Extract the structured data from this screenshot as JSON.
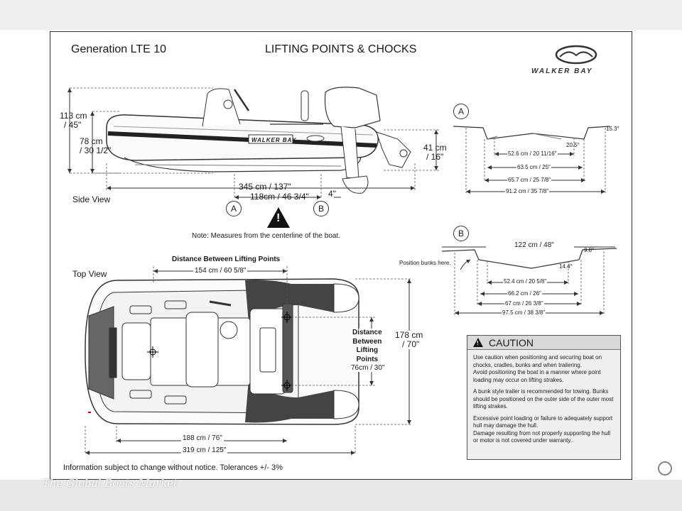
{
  "header": {
    "model": "Generation LTE 10",
    "title": "LIFTING POINTS & CHOCKS",
    "brand": "WALKER BAY"
  },
  "side_view": {
    "label": "Side View",
    "height_total": "113 cm\n/ 45\"",
    "height_total_1": "113 cm",
    "height_total_2": "/ 45\"",
    "height_tube_1": "78 cm",
    "height_tube_2": "/ 30 1/2\"",
    "motor_1": "41 cm",
    "motor_2": "/ 16\"",
    "length": "345 cm / 137\"",
    "lift_span": "118cm / 46 3/4\"",
    "offset": "4\"",
    "point_a": "A",
    "point_b": "B",
    "hull_text": "WALKER BAY"
  },
  "note": "Note: Measures from the centerline of the boat.",
  "warning_symbol": "!",
  "top_view": {
    "label": "Top View",
    "distance_title": "Distance Between Lifting Points",
    "long_dist": "154 cm / 60 5/8\"",
    "width": "178 cm",
    "width_2": "/ 70\"",
    "lat_title_1": "Distance",
    "lat_title_2": "Between",
    "lat_title_3": "Lifting",
    "lat_title_4": "Points",
    "lat_value": "76cm / 30\"",
    "inner_length": "188 cm / 76\"",
    "overall_length": "319 cm / 125\""
  },
  "section_a": {
    "label": "A",
    "angle_1": "15.3°",
    "angle_2": "20.5°",
    "dims": [
      "52.6 cm / 20 11/16\"",
      "63.5 cm / 25\"",
      "65.7 cm / 25 7/8\"",
      "91.2 cm / 35 7/8\""
    ]
  },
  "section_b": {
    "label": "B",
    "top_dim": "122 cm / 48\"",
    "angle_1": "9.8°",
    "angle_2": "14.4°",
    "bunks_note": "Position bunks here.",
    "dims": [
      "52.4 cm / 20 5/8\"",
      "66.2 cm / 26\"",
      "67 cm / 26 3/8\"",
      "97.5 cm / 38 3/8\""
    ]
  },
  "caution": {
    "heading": "CAUTION",
    "p1": "Use caution when positioning and securing boat on chocks, cradles, bunks and when trailering.",
    "p1b": "Avoid positioning the boat in a manner where point loading may occur on lifting strakes.",
    "p2": "A bunk style trailer is recommended for towing. Bunks should be positioned on the outer side of the outer most lifting strakes.",
    "p3": "Excessive point loading or failure to adequately support hull may damage the hull.",
    "p3b": "Damage resulting from not properly supporting the hull or motor is not covered under warranty.."
  },
  "footer": "Information subject to change without notice. Tolerances +/- 3%",
  "watermark": "The Global Boats Market"
}
